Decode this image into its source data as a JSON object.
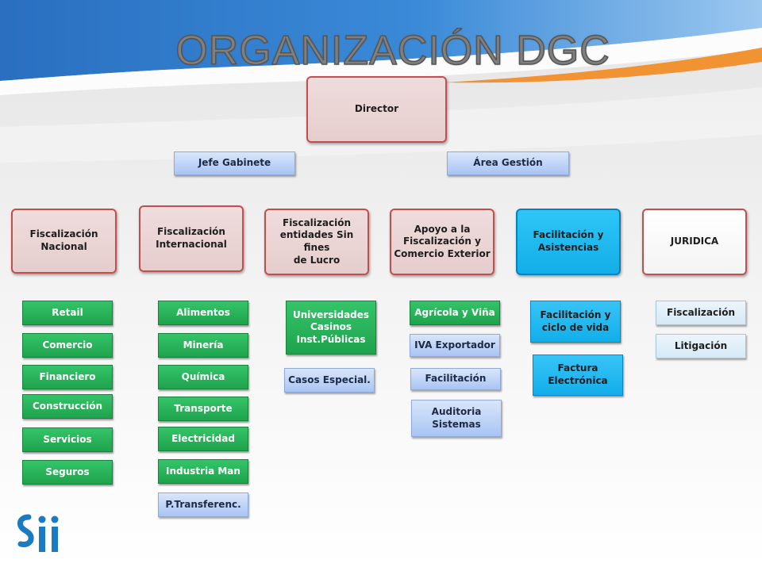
{
  "title": "ORGANIZACIÓN DGC",
  "colors": {
    "header_blue": "#1f6fc4",
    "accent_orange": "#f28a1e",
    "logo_blue": "#1a7ac2"
  },
  "director": "Director",
  "staff": {
    "jefe_gabinete": "Jefe Gabinete",
    "area_gestion": "Área Gestión"
  },
  "areas": {
    "nacional": [
      "Fiscalización",
      "Nacional"
    ],
    "internacional": [
      "Fiscalización",
      "Internacional"
    ],
    "sin_fines": [
      "Fiscalización",
      "entidades Sin fines",
      "de Lucro"
    ],
    "apoyo": [
      "Apoyo a la",
      "Fiscalización y",
      "Comercio Exterior"
    ],
    "facilitacion": [
      "Facilitación  y",
      "Asistencias"
    ],
    "juridica": "JURIDICA"
  },
  "nacional_items": [
    "Retail",
    "Comercio",
    "Financiero",
    "Construcción",
    "Servicios",
    "Seguros"
  ],
  "internacional_items": [
    "Alimentos",
    "Minería",
    "Química",
    "Transporte",
    "Electricidad",
    "Industria Man",
    "P.Transferenc."
  ],
  "sin_fines_items": {
    "main": [
      "Universidades",
      "Casinos",
      "Inst.Públicas"
    ],
    "casos": "Casos Especial."
  },
  "apoyo_items": {
    "agricola": "Agrícola y Viña",
    "iva": "IVA Exportador",
    "facilitacion": "Facilitación",
    "auditoria": [
      "Auditoria",
      "Sistemas"
    ]
  },
  "facilitacion_items": {
    "ciclo": [
      "Facilitación y",
      "ciclo de vida"
    ],
    "factura": [
      "Factura",
      "Electrónica"
    ]
  },
  "juridica_items": [
    "Fiscalización",
    "Litigación"
  ],
  "logo_text": "sii"
}
